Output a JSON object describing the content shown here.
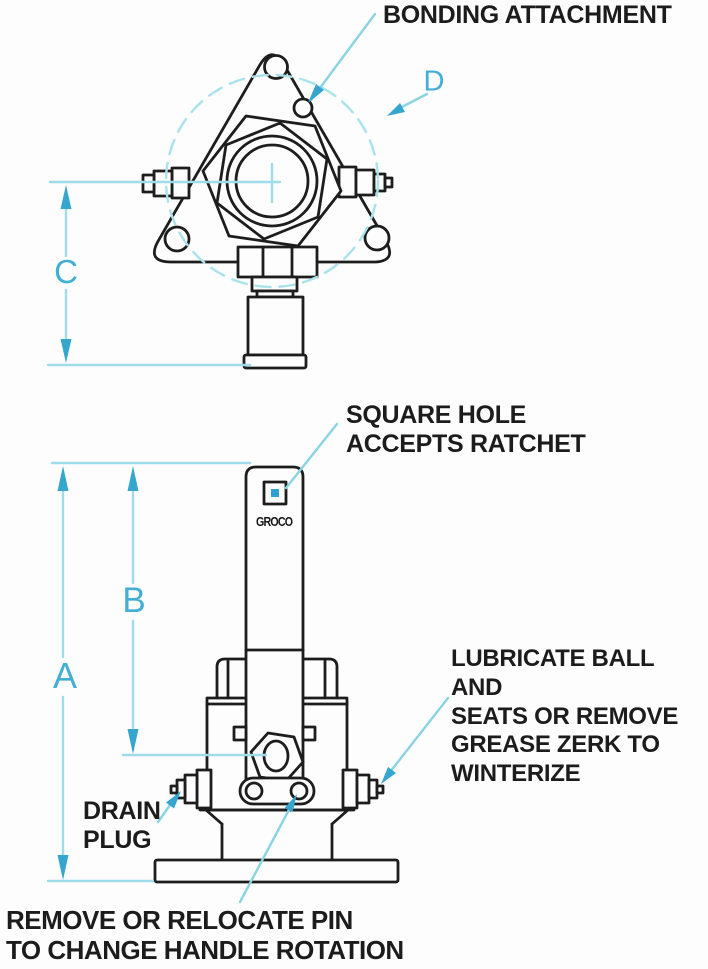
{
  "diagram": {
    "labels": {
      "bonding_attachment": "BONDING ATTACHMENT",
      "square_hole": "SQUARE HOLE\nACCEPTS RATCHET",
      "lubricate": "LUBRICATE BALL AND\nSEATS OR REMOVE\nGREASE ZERK TO\nWINTERIZE",
      "drain_plug": "DRAIN\nPLUG",
      "remove_pin": "REMOVE OR RELOCATE PIN\nTO CHANGE HANDLE ROTATION",
      "brand": "GROCO"
    },
    "dimensions": {
      "a": "A",
      "b": "B",
      "c": "C",
      "d": "D"
    },
    "colors": {
      "part_line": "#1d1d1d",
      "dimension_line": "#9ddce8",
      "leader_line": "#8ad4e2",
      "arrow": "#36a6cf",
      "dimension_letter": "#41aed4",
      "square_hole_marker": "#2f9fd4",
      "background": "#fdfdfd"
    }
  }
}
